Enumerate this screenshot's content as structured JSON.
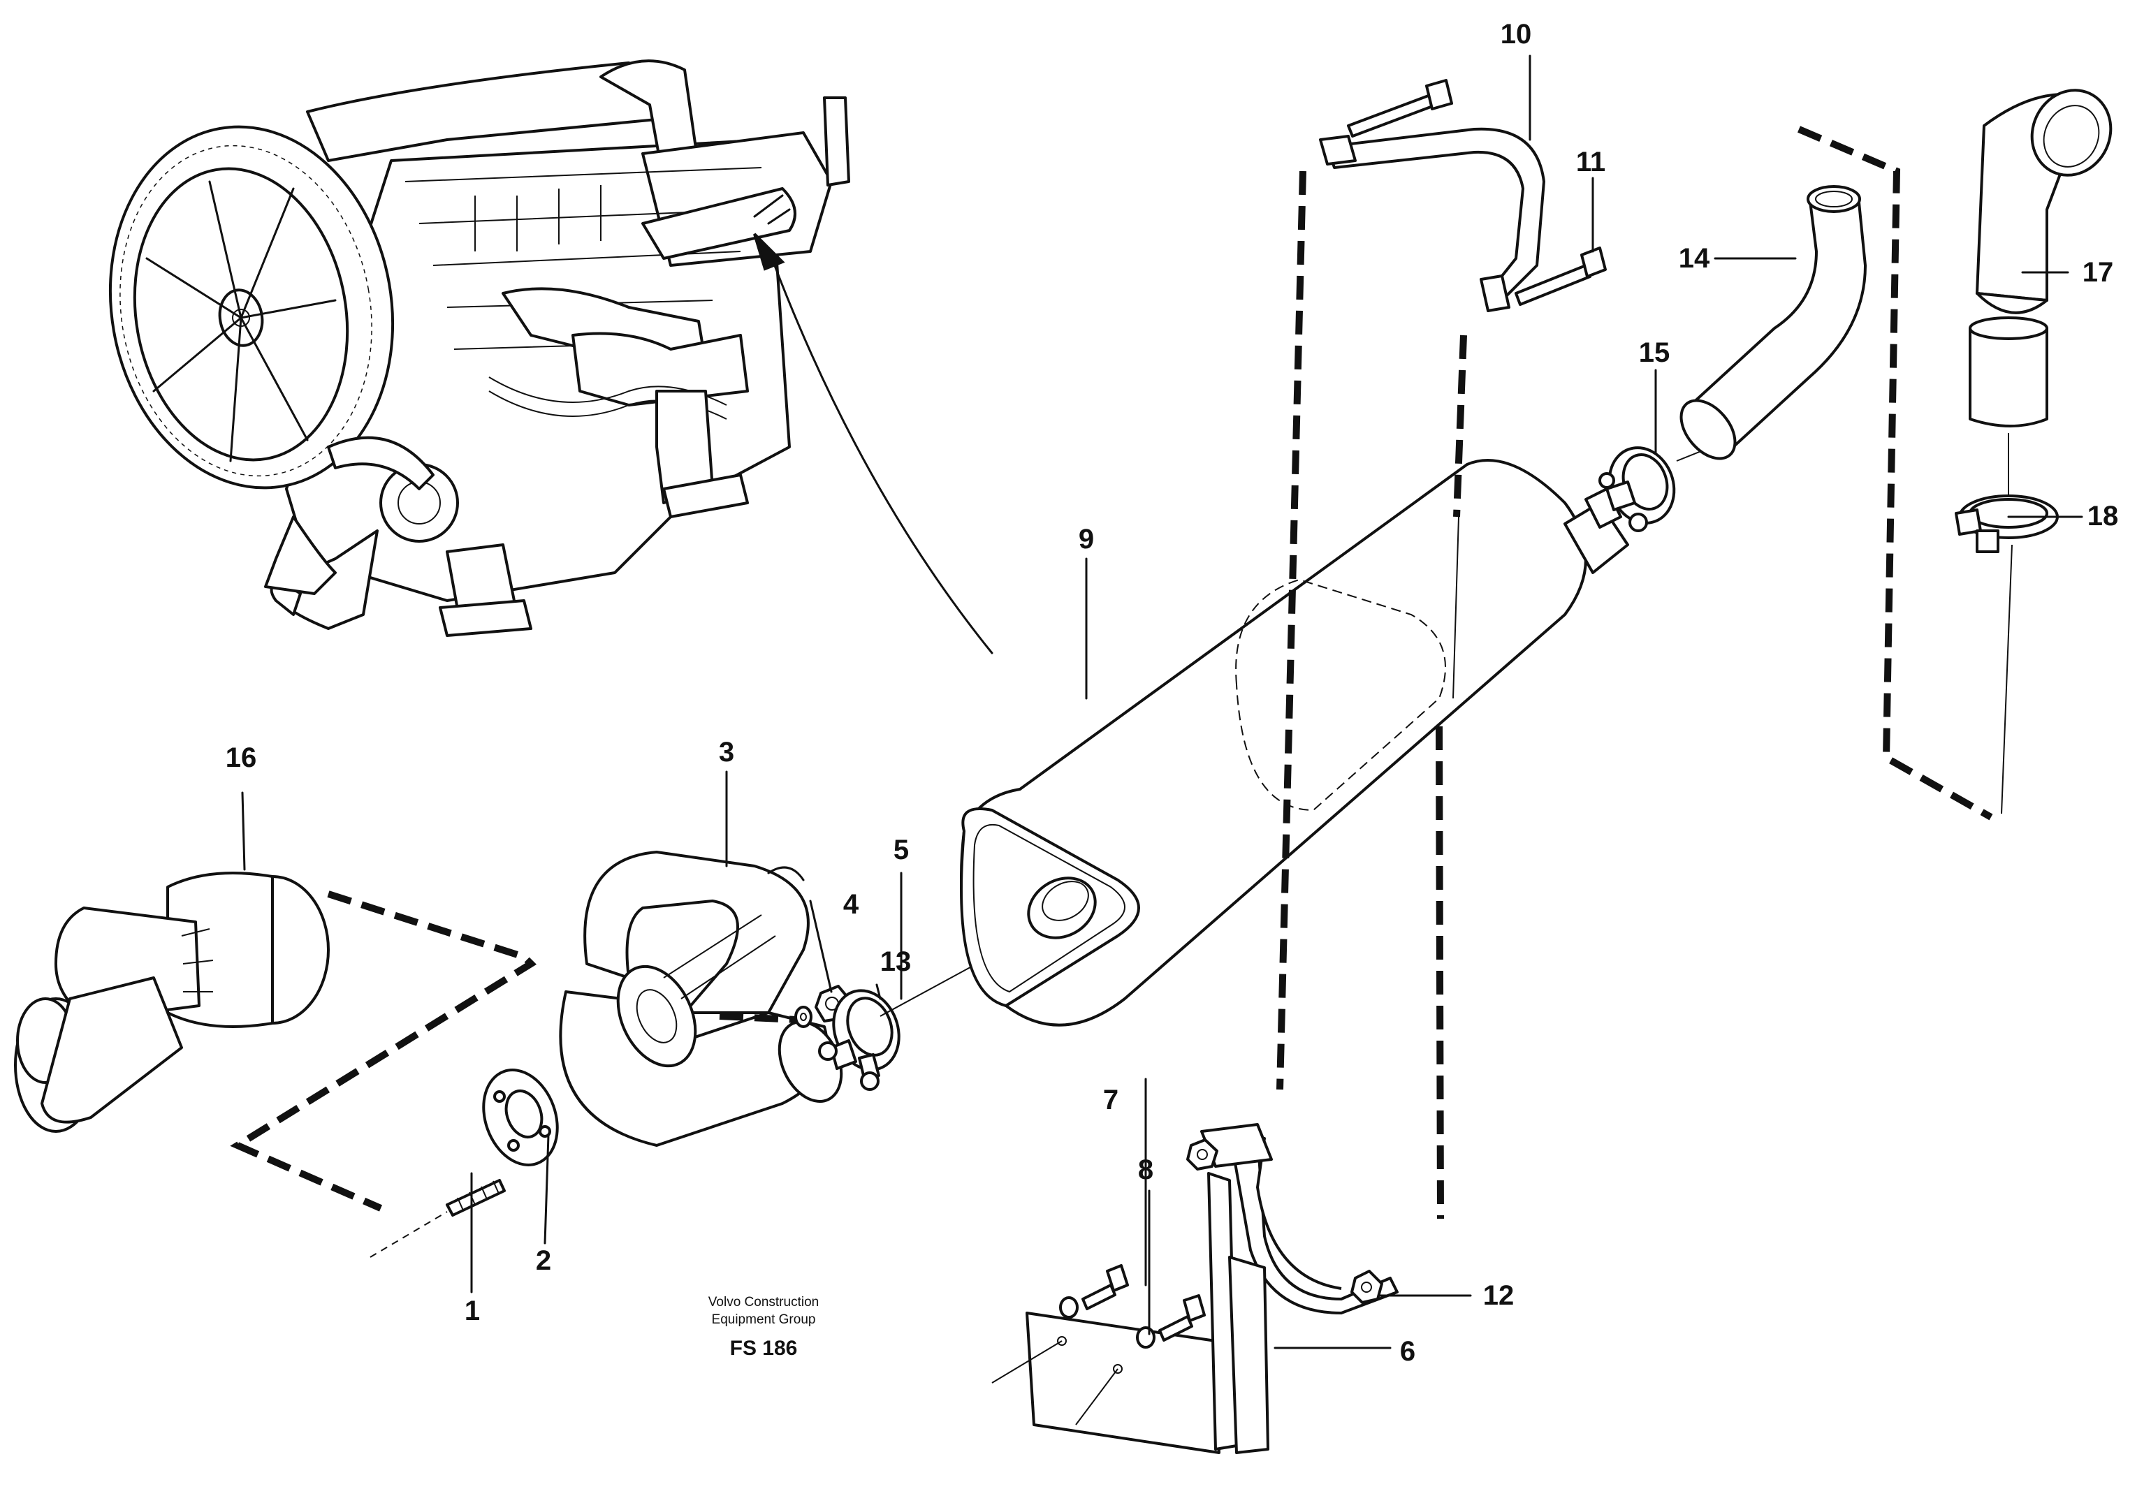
{
  "diagram": {
    "part_numbers": {
      "p1": "1",
      "p2": "2",
      "p3": "3",
      "p4": "4",
      "p5": "5",
      "p6": "6",
      "p7": "7",
      "p8": "8",
      "p9": "9",
      "p10": "10",
      "p11": "11",
      "p12": "12",
      "p13": "13",
      "p14": "14",
      "p15": "15",
      "p16": "16",
      "p17": "17",
      "p18": "18"
    },
    "credit": {
      "line1": "Volvo Construction",
      "line2": "Equipment Group",
      "code": "FS 186"
    }
  }
}
